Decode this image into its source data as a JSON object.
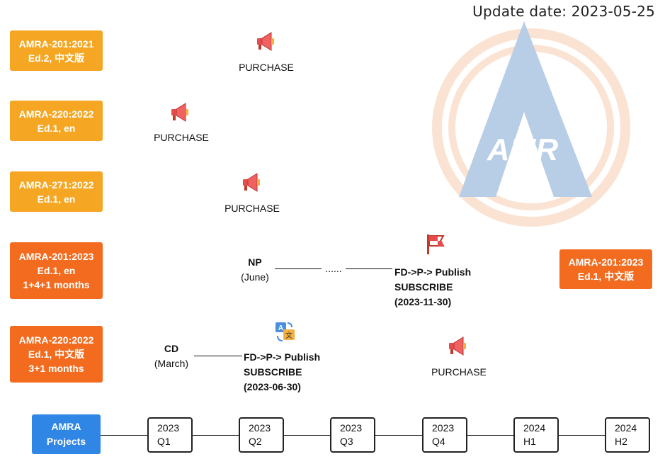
{
  "update_date": "Update date: 2023-05-25",
  "watermark_text": "AMR",
  "projects": [
    {
      "line1": "AMRA-201:2021",
      "line2": "Ed.2, 中文版",
      "line3": ""
    },
    {
      "line1": "AMRA-220:2022",
      "line2": "Ed.1, en",
      "line3": ""
    },
    {
      "line1": "AMRA-271:2022",
      "line2": "Ed.1, en",
      "line3": ""
    },
    {
      "line1": "AMRA-201:2023",
      "line2": "Ed.1, en",
      "line3": "1+4+1 months"
    },
    {
      "line1": "AMRA-220:2022",
      "line2": "Ed.1, 中文版",
      "line3": "3+1 months"
    }
  ],
  "future_project": {
    "line1": "AMRA-201:2023",
    "line2": "Ed.1, 中文版"
  },
  "events": {
    "purchase": "PURCHASE",
    "np_label": "NP",
    "np_date": "(June)",
    "dots": "......",
    "fd_publish_1": "FD->P-> Publish",
    "subscribe_1": "SUBSCRIBE",
    "date_1": "(2023-11-30)",
    "cd_label": "CD",
    "cd_date": "(March)",
    "fd_publish_2": "FD->P-> Publish",
    "subscribe_2": "SUBSCRIBE",
    "date_2": "(2023-06-30)"
  },
  "timeline": {
    "root_line1": "AMRA",
    "root_line2": "Projects",
    "periods": [
      {
        "year": "2023",
        "period": "Q1"
      },
      {
        "year": "2023",
        "period": "Q2"
      },
      {
        "year": "2023",
        "period": "Q3"
      },
      {
        "year": "2023",
        "period": "Q4"
      },
      {
        "year": "2024",
        "period": "H1"
      },
      {
        "year": "2024",
        "period": "H2"
      }
    ]
  },
  "colors": {
    "project_light": "#f5a623",
    "project_dark": "#f26b1f",
    "amra_blue": "#2f86e4",
    "watermark_blue": "#b8cde6",
    "watermark_ring": "#fbe3d3"
  },
  "icons": [
    "megaphone-icon",
    "flag-icon",
    "translate-icon"
  ]
}
